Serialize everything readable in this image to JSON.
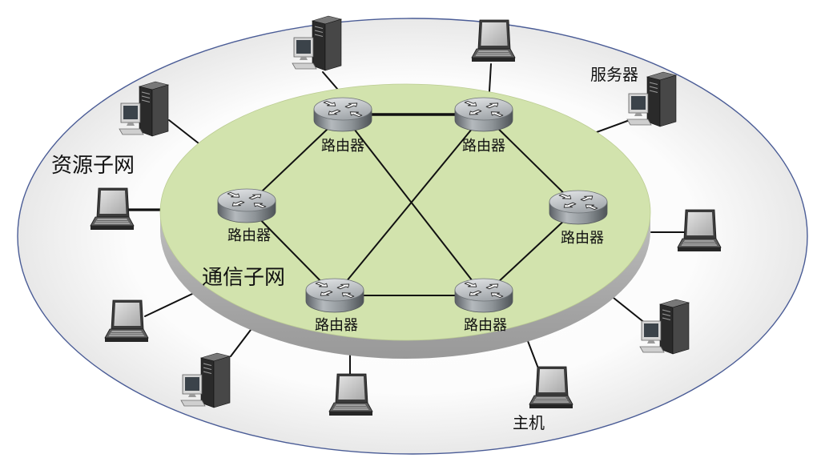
{
  "labels": {
    "resource_subnet": "资源子网",
    "communication_subnet": "通信子网"
  },
  "routers": [
    {
      "label": "路由器",
      "icon": "router-icon"
    },
    {
      "label": "路由器",
      "icon": "router-icon"
    },
    {
      "label": "路由器",
      "icon": "router-icon"
    },
    {
      "label": "路由器",
      "icon": "router-icon"
    },
    {
      "label": "路由器",
      "icon": "router-icon"
    },
    {
      "label": "路由器",
      "icon": "router-icon"
    }
  ],
  "router_links": [
    [
      0,
      1
    ],
    [
      0,
      2
    ],
    [
      1,
      3
    ],
    [
      2,
      4
    ],
    [
      3,
      5
    ],
    [
      4,
      5
    ],
    [
      0,
      5
    ],
    [
      1,
      4
    ]
  ],
  "hosts": [
    {
      "icon": "desktop-computer-icon"
    },
    {
      "icon": "laptop-icon"
    },
    {
      "icon": "server-icon",
      "label": "服务器"
    },
    {
      "icon": "desktop-computer-icon"
    },
    {
      "icon": "laptop-icon"
    },
    {
      "icon": "laptop-icon"
    },
    {
      "icon": "laptop-icon"
    },
    {
      "icon": "desktop-computer-icon"
    },
    {
      "icon": "desktop-computer-icon"
    },
    {
      "icon": "laptop-icon"
    },
    {
      "icon": "laptop-icon",
      "label": "主机"
    }
  ],
  "colors": {
    "resource_subnet_boundary": "#4a5c96",
    "communication_subnet_fill": "#d2e3ad",
    "communication_subnet_side": "#b2b2b2",
    "link": "#111111",
    "text": "#111111"
  }
}
